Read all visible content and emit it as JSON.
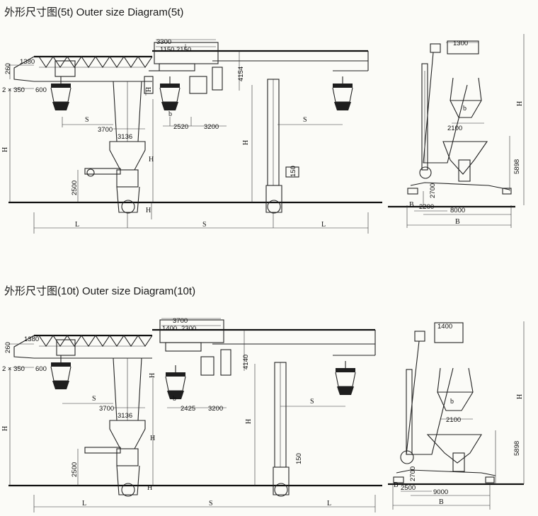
{
  "diagrams": [
    {
      "title": "外形尺寸图(5t)   Outer size Diagram(5t)",
      "trolley_total": "3300",
      "trolley_left": "1150",
      "trolley_right": "2150",
      "crab_height": "4154",
      "top_offset": "1380",
      "small_height": "260",
      "pitch": "2 × 350",
      "grab_offset": "600",
      "hopper_offset": "3700",
      "hopper_width": "3136",
      "hook_a": "2520",
      "hook_b": "3200",
      "lift_height": "2500",
      "clearance": "150",
      "side_top": "1300",
      "side_grab": "2100",
      "side_height": "5898",
      "side_base": "2700",
      "side_left": "2200",
      "side_span": "8000"
    },
    {
      "title": "外形尺寸图(10t)   Outer size Diagram(10t)",
      "trolley_total": "3700",
      "trolley_left": "1400",
      "trolley_right": "2300",
      "crab_height": "4140",
      "top_offset": "1380",
      "small_height": "260",
      "pitch": "2 × 350",
      "grab_offset": "600",
      "hopper_offset": "3700",
      "hopper_width": "3136",
      "hook_a": "2425",
      "hook_b": "3200",
      "lift_height": "2500",
      "clearance": "150",
      "side_top": "1400",
      "side_grab": "2100",
      "side_height": "5898",
      "side_base": "2700",
      "side_left": "2500",
      "side_span": "9000"
    }
  ],
  "symbols": {
    "S": "S",
    "S1": "S",
    "S2": "S",
    "L1": "L",
    "L2": "L",
    "B": "B",
    "H": "H",
    "H1": "H",
    "H2": "H",
    "H3": "H",
    "H4": "H",
    "H5": "H",
    "b1": "b",
    "b2": "b",
    "L3": "L",
    "L4": "L",
    "B1": "B"
  }
}
